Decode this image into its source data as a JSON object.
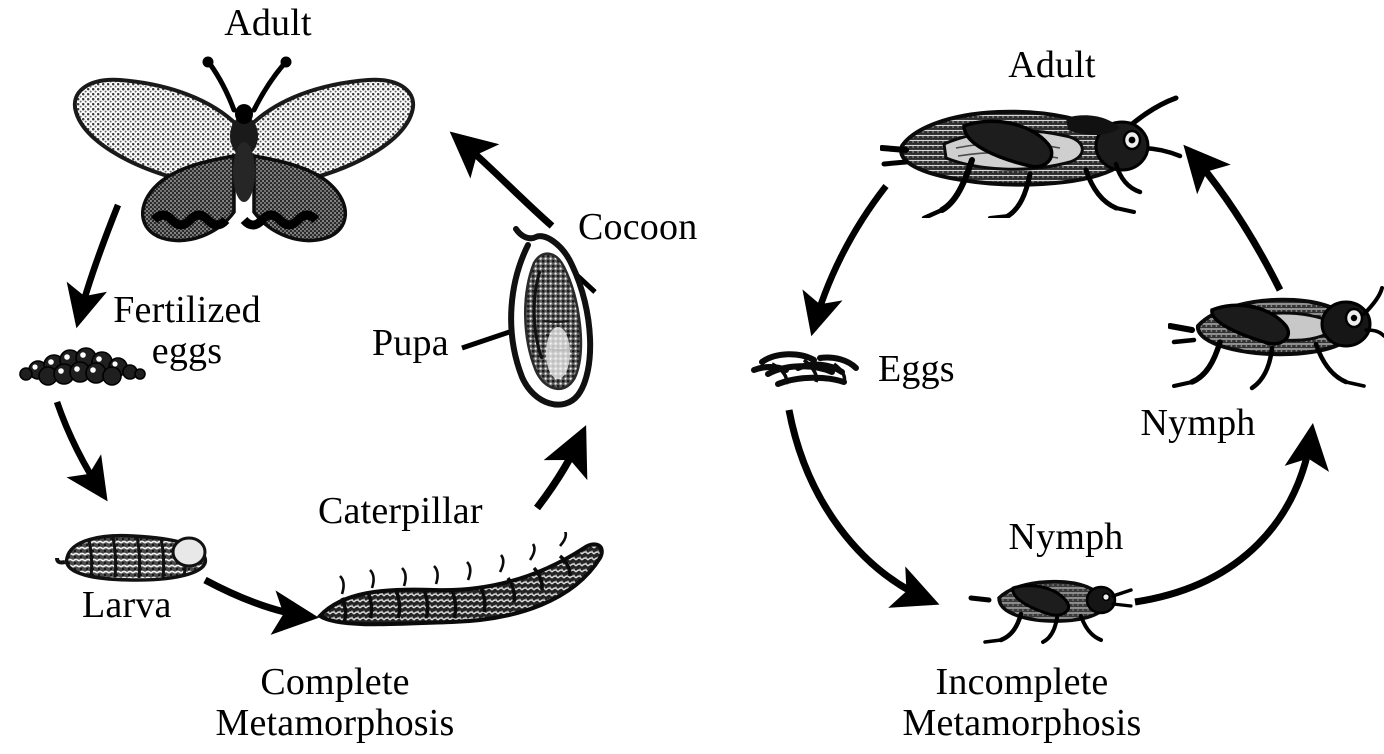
{
  "figure": {
    "title_left": "Complete Metamorphosis",
    "title_right": "Incomplete Metamorphosis",
    "background_color": "#ffffff",
    "ink_color": "#000000"
  },
  "left_cycle": {
    "caption_line1": "Complete",
    "caption_line2": "Metamorphosis",
    "stages": [
      {
        "id": "adult",
        "label": "Adult",
        "organism": "butterfly"
      },
      {
        "id": "fertilized-eggs",
        "label_line1": "Fertilized",
        "label_line2": "eggs",
        "organism": "egg-cluster"
      },
      {
        "id": "larva",
        "label": "Larva",
        "organism": "larva-grub"
      },
      {
        "id": "caterpillar",
        "label": "Caterpillar",
        "organism": "caterpillar"
      },
      {
        "id": "pupa",
        "label": "Pupa",
        "organism": "pupa-inside-cocoon"
      },
      {
        "id": "cocoon",
        "label": "Cocoon",
        "organism": "cocoon-shell"
      }
    ],
    "arrows": [
      {
        "from": "adult",
        "to": "fertilized-eggs",
        "direction": "down-left"
      },
      {
        "from": "fertilized-eggs",
        "to": "larva",
        "direction": "down"
      },
      {
        "from": "larva",
        "to": "caterpillar",
        "direction": "right"
      },
      {
        "from": "caterpillar",
        "to": "cocoon",
        "direction": "up-right"
      },
      {
        "from": "cocoon",
        "to": "adult",
        "direction": "up-left"
      }
    ]
  },
  "right_cycle": {
    "caption_line1": "Incomplete",
    "caption_line2": "Metamorphosis",
    "stages": [
      {
        "id": "adult",
        "label": "Adult",
        "organism": "grasshopper-adult"
      },
      {
        "id": "eggs",
        "label": "Eggs",
        "organism": "egg-pod"
      },
      {
        "id": "nymph-early",
        "label": "Nymph",
        "organism": "grasshopper-nymph-small"
      },
      {
        "id": "nymph-late",
        "label": "Nymph",
        "organism": "grasshopper-nymph-large"
      }
    ],
    "arrows": [
      {
        "from": "adult",
        "to": "eggs",
        "direction": "down-left"
      },
      {
        "from": "eggs",
        "to": "nymph-early",
        "direction": "down-right"
      },
      {
        "from": "nymph-early",
        "to": "nymph-late",
        "direction": "up-right"
      },
      {
        "from": "nymph-late",
        "to": "adult",
        "direction": "up-left"
      }
    ]
  }
}
